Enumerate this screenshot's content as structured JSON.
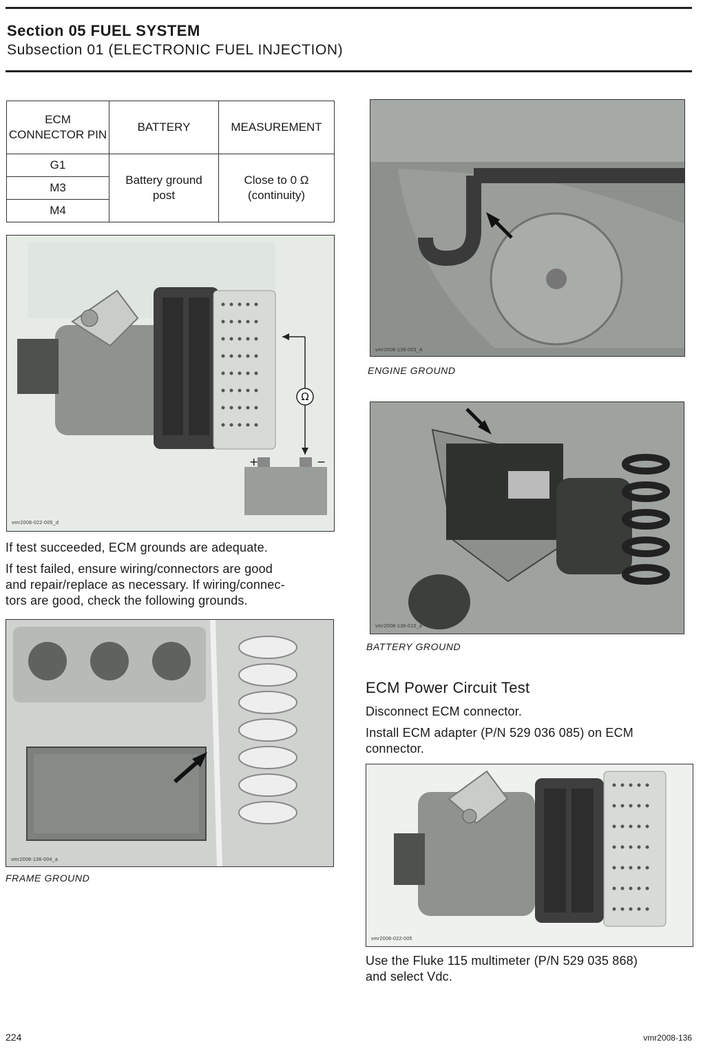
{
  "header": {
    "section": "Section 05 FUEL SYSTEM",
    "subsection": "Subsection 01 (ELECTRONIC FUEL INJECTION)"
  },
  "table": {
    "headers": [
      "ECM CONNECTOR PIN",
      "BATTERY",
      "MEASUREMENT"
    ],
    "pins": [
      "G1",
      "M3",
      "M4"
    ],
    "battery": "Battery ground post",
    "measurement": "Close to 0 Ω (continuity)"
  },
  "figures": {
    "ecm_test": {
      "code": "vmr2008-022-005_d",
      "plus": "+",
      "minus": "−",
      "ohm": "Ω"
    },
    "frame_ground": {
      "code": "vmr2008-136-004_a",
      "caption": "FRAME GROUND"
    },
    "engine_ground": {
      "code": "vmr2008-136-003_A",
      "caption": "ENGINE GROUND"
    },
    "battery_ground": {
      "code": "vmr2008-136-015_a",
      "caption": "BATTERY GROUND"
    },
    "ecm_adapter": {
      "code": "vmr2008-022-005"
    }
  },
  "left_text": {
    "p1": "If test succeeded, ECM grounds are adequate.",
    "p2_lines": [
      "If test failed, ensure wiring/connectors are good",
      "and repair/replace as necessary. If wiring/connec-",
      "tors are good, check the following grounds."
    ]
  },
  "right_text": {
    "heading": "ECM Power Circuit Test",
    "p1": "Disconnect ECM connector.",
    "p2_lines": [
      "Install ECM adapter (P/N 529 036 085) on ECM",
      "connector."
    ],
    "p3_lines": [
      "Use the Fluke 115 multimeter (P/N 529 035 868)",
      "and select Vdc."
    ]
  },
  "footer": {
    "page": "224",
    "doc": "vmr2008-136"
  }
}
